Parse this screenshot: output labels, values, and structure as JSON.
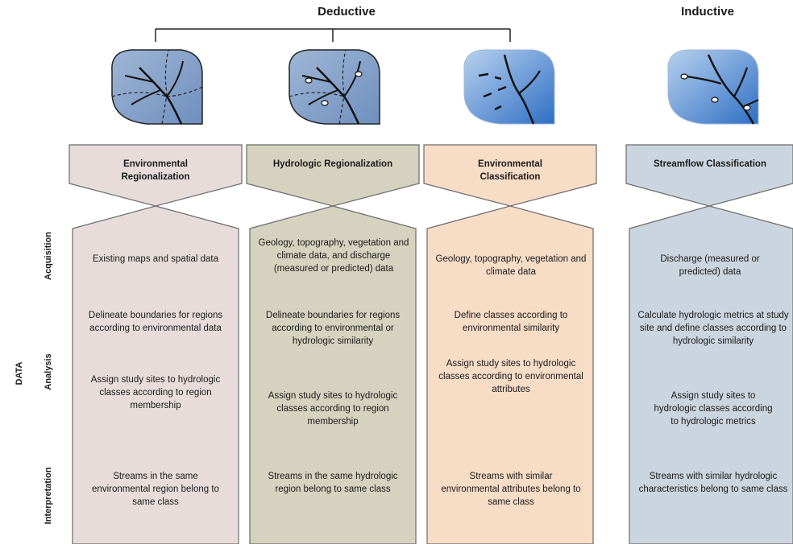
{
  "header": {
    "deductive": "Deductive",
    "inductive": "Inductive"
  },
  "side_labels": {
    "data": "DATA",
    "acquisition": "Acquisition",
    "analysis": "Analysis",
    "interpretation": "Interpretation"
  },
  "columns": [
    {
      "title": "Environmental Regionalization",
      "fill": "#e8dcdb",
      "acquisition": "Existing maps and spatial data",
      "analysis_1": "Delineate boundaries for regions according to environmental data",
      "analysis_2": "Assign study sites to hydrologic classes according to region membership",
      "interpretation": "Streams in the same environmental region belong to same class"
    },
    {
      "title": "Hydrologic Regionalization",
      "fill": "#d5d2bf",
      "acquisition": "Geology, topography, vegetation and climate data, and discharge (measured or predicted) data",
      "analysis_1": "Delineate boundaries for regions according to environmental or hydrologic similarity",
      "analysis_2": "Assign study sites to hydrologic classes according to region membership",
      "interpretation": "Streams in the same hydrologic region belong to same class"
    },
    {
      "title": "Environmental Classification",
      "fill": "#f7dcc6",
      "acquisition": "Geology, topography, vegetation and climate data",
      "analysis_1": "Define classes according to environmental similarity",
      "analysis_2": "Assign study sites to hydrologic classes according to environmental attributes",
      "interpretation": "Streams with similar environmental attributes belong to same class"
    },
    {
      "title": "Streamflow Classification",
      "fill": "#cbd5df",
      "acquisition": "Discharge (measured or predicted) data",
      "analysis_1": "Calculate hydrologic metrics at study site and define classes according to hydrologic similarity",
      "analysis_2": "Assign study sites to hydrologic classes according to hydrologic metrics",
      "interpretation": "Streams with similar hydrologic characteristics belong to same class"
    }
  ],
  "colors": {
    "watershed_light": "#a9c6e8",
    "watershed_dark": "#2f6fc4",
    "outline": "#555555"
  }
}
